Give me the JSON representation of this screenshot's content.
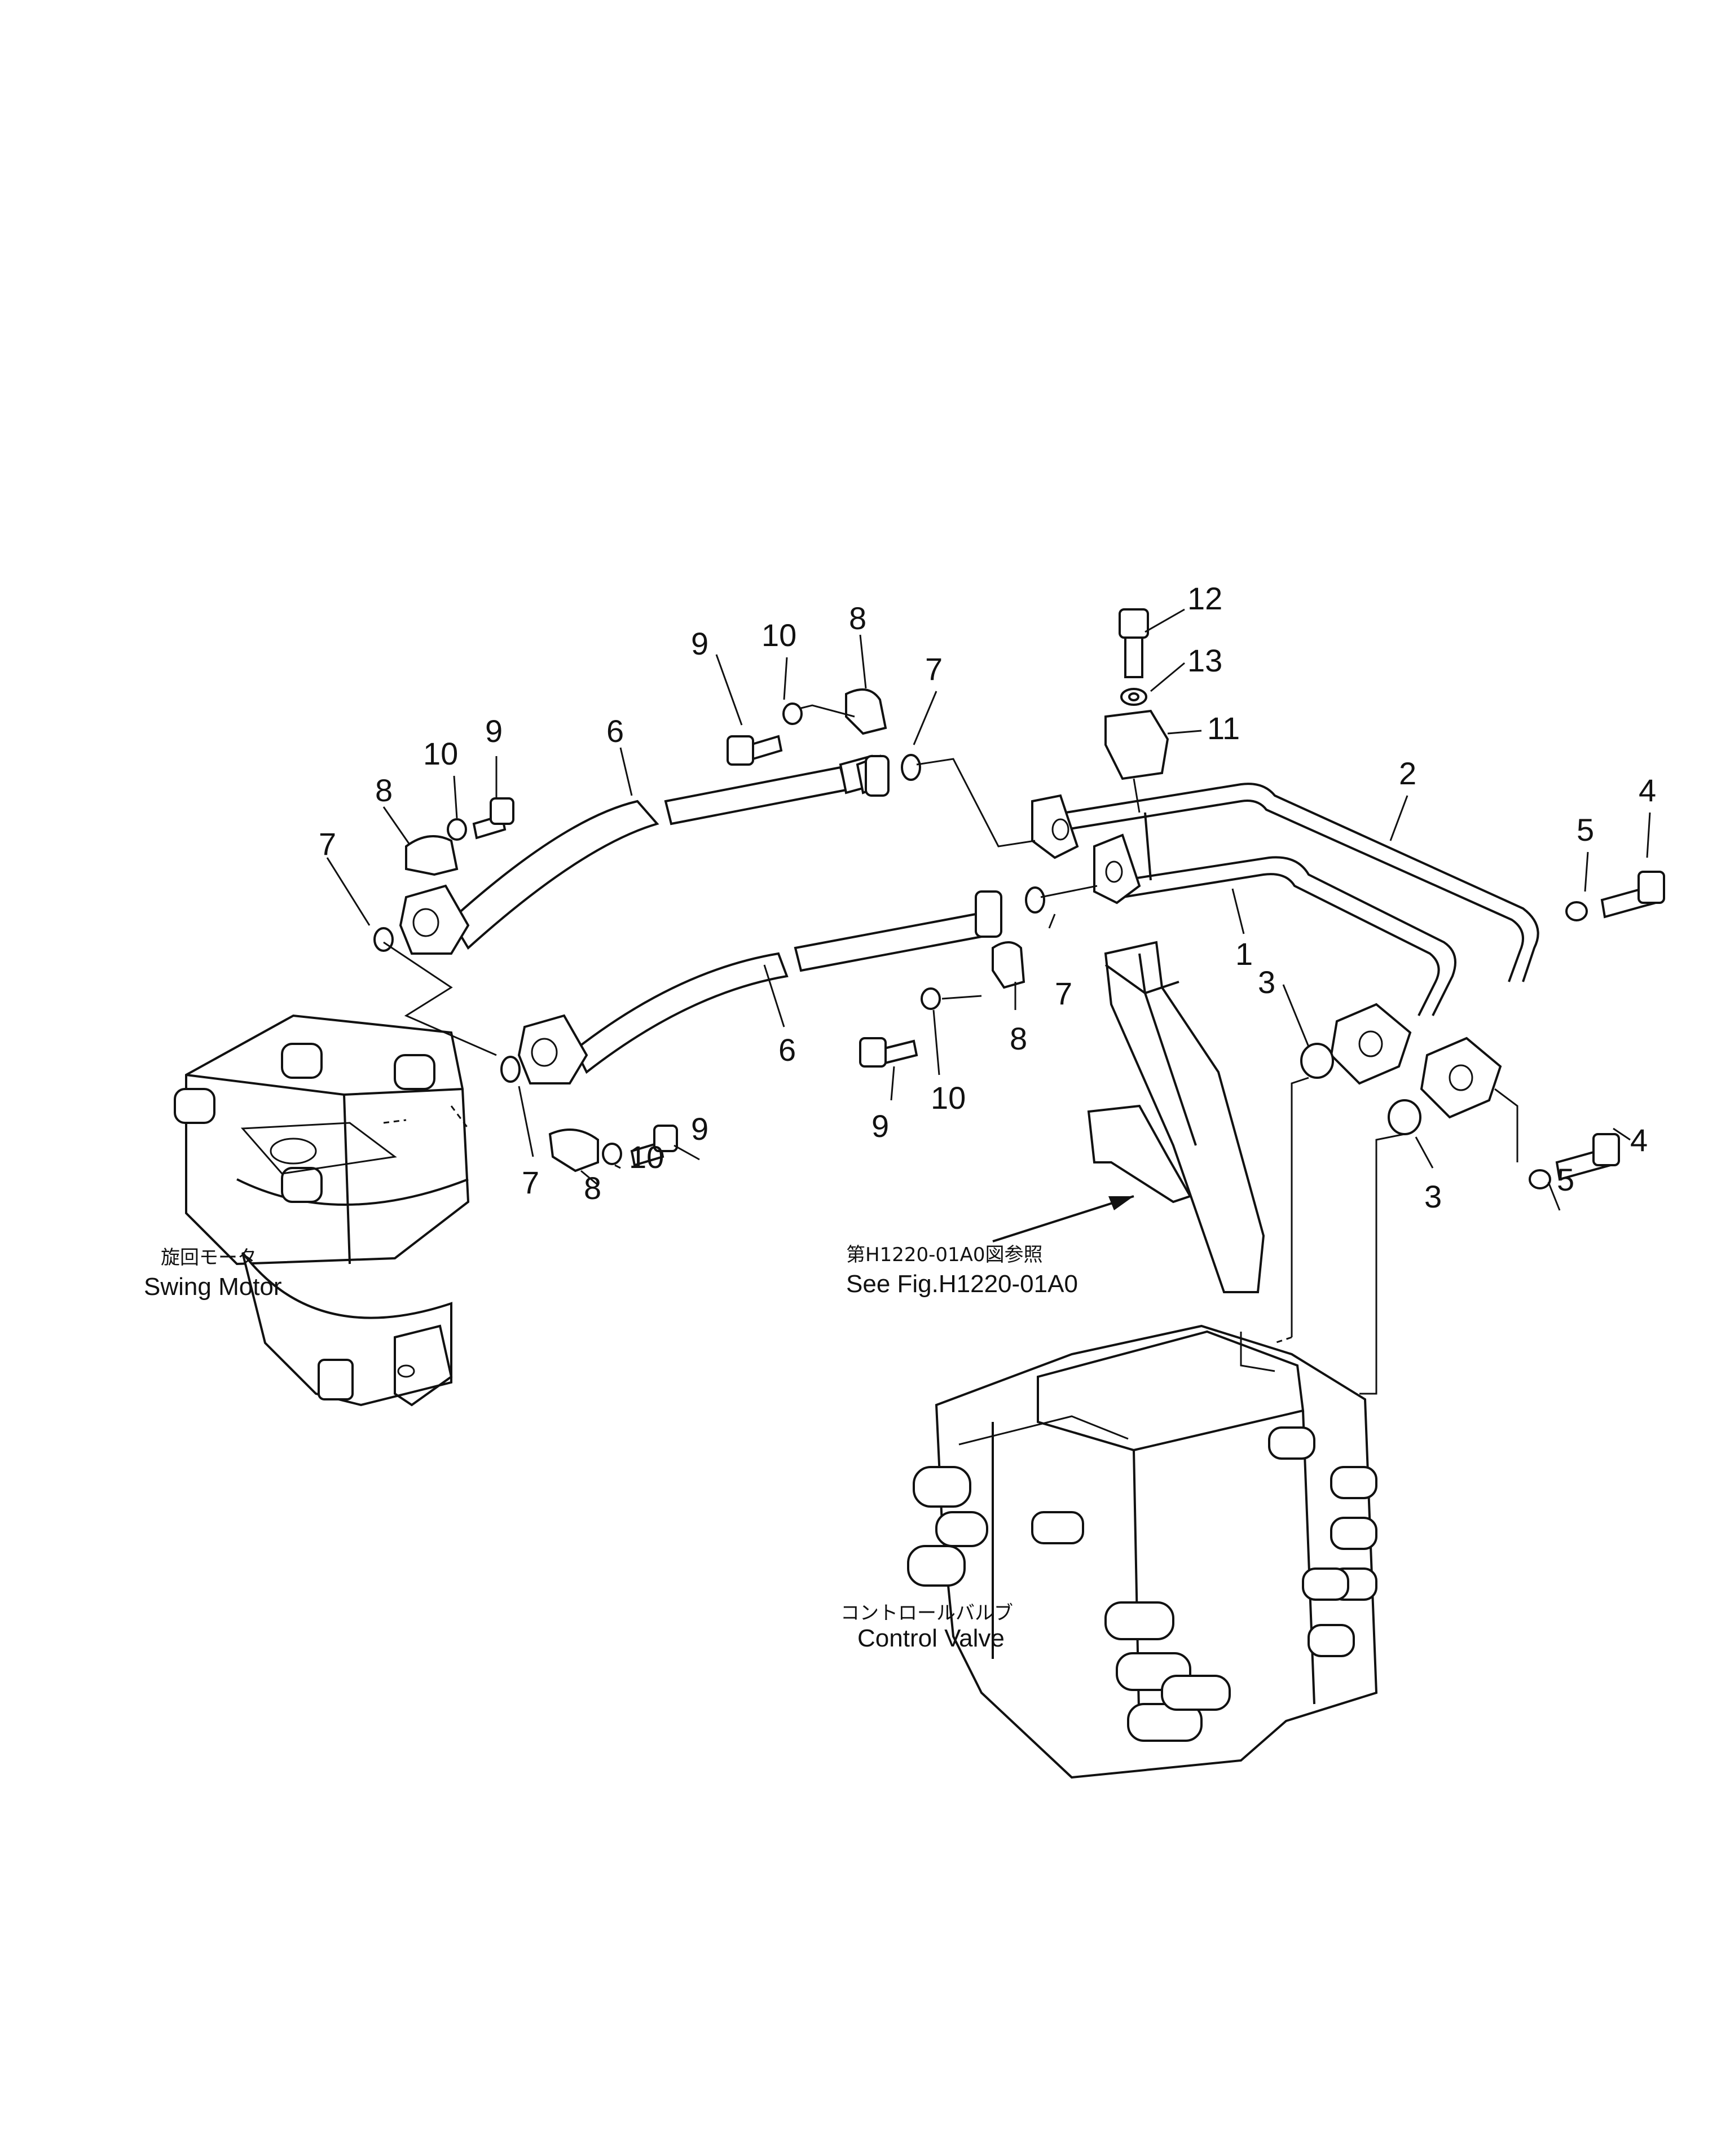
{
  "figure": {
    "components": {
      "swing_motor": {
        "label_jp": "旋回モータ",
        "label_en": "Swing Motor"
      },
      "control_valve": {
        "label_jp": "コントロールバルブ",
        "label_en": "Control Valve"
      },
      "reference": {
        "label_jp": "第H1220-01A0図参照",
        "label_en": "See Fig.H1220-01A0"
      }
    },
    "callouts": [
      "12",
      "13",
      "11",
      "2",
      "1",
      "4",
      "5",
      "3",
      "3",
      "4",
      "5",
      "7",
      "6",
      "8",
      "10",
      "9",
      "7",
      "8",
      "10",
      "9",
      "6",
      "7",
      "9",
      "10",
      "8",
      "7",
      "8",
      "10",
      "9"
    ]
  }
}
